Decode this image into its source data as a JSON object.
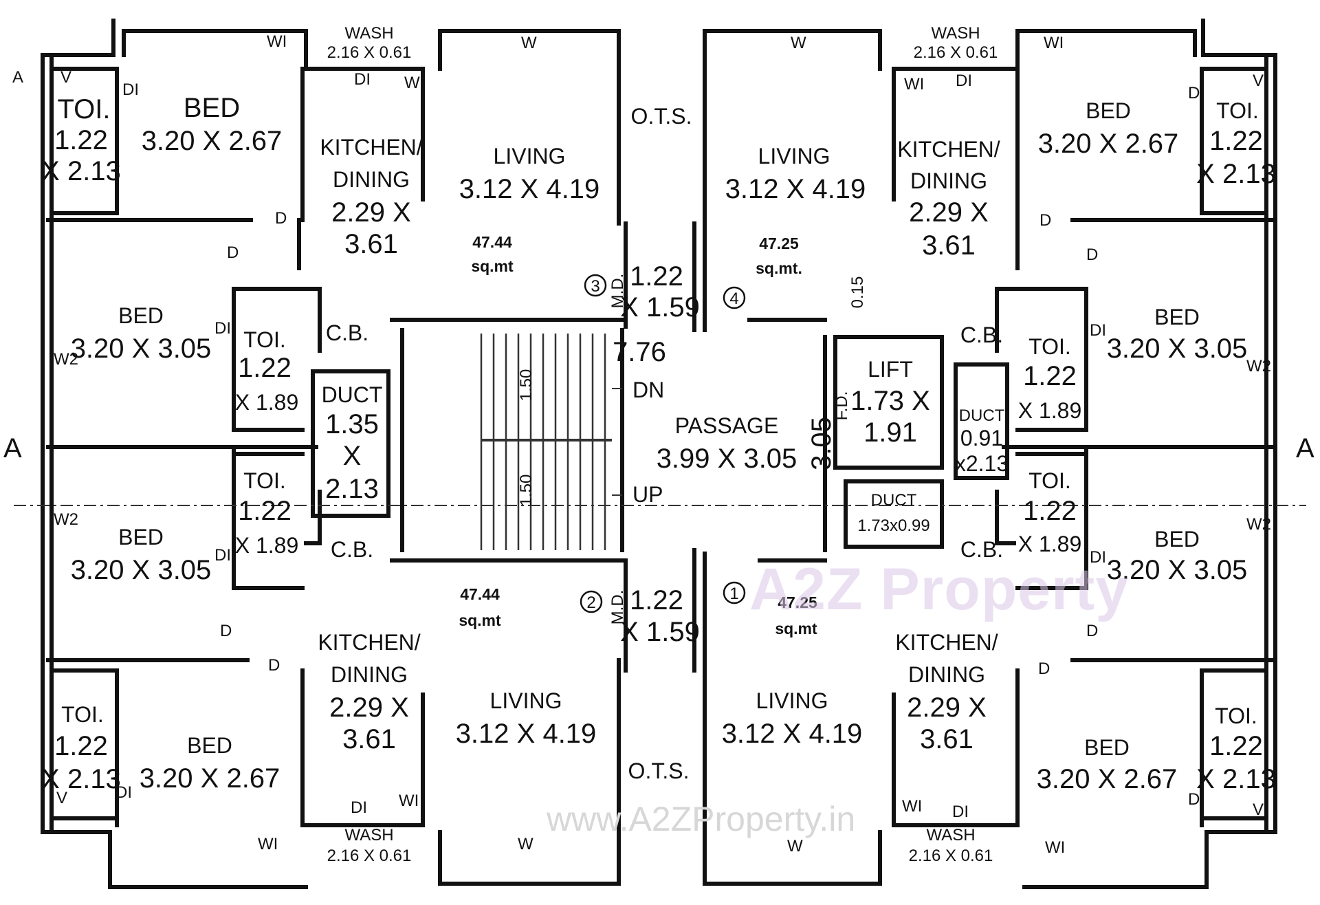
{
  "watermark": {
    "logo": "A2Z Property",
    "url": "www.A2ZProperty.in"
  },
  "section_marker": "A",
  "flats": [
    {
      "number": "3",
      "area": "47.44",
      "area_unit": "sq.mt"
    },
    {
      "number": "2",
      "area": "47.44",
      "area_unit": "sq.mt"
    },
    {
      "number": "4",
      "area": "47.25",
      "area_unit": "sq.mt."
    },
    {
      "number": "1",
      "area": "47.25",
      "area_unit": "sq.mt"
    }
  ],
  "rooms": {
    "bed_2_67": {
      "name": "BED",
      "size": "3.20 X 2.67"
    },
    "bed_3_05": {
      "name": "BED",
      "size": "3.20 X 3.05"
    },
    "toi_large_name": "TOI.",
    "toi_large_w": "1.22",
    "toi_large_h": "X 2.13",
    "toi_small_name": "TOI.",
    "toi_small_w": "1.22",
    "toi_small_h": "X 1.89",
    "kitchen_l1": "KITCHEN/",
    "kitchen_l2": "DINING",
    "kitchen_l3": "2.29 X",
    "kitchen_l4": "3.61",
    "living": {
      "name": "LIVING",
      "size": "3.12 X 4.19"
    },
    "wash": {
      "name": "WASH",
      "size": "2.16 X 0.61"
    },
    "ots": "O.T.S.",
    "cb": "C.B.",
    "duct_left": {
      "name": "DUCT",
      "l1": "1.35",
      "l2": "X",
      "l3": "2.13"
    },
    "duct_right": {
      "name": "DUCT",
      "l1": "0.91",
      "l2": "x2.13"
    },
    "duct_bottom": {
      "name": "DUCT",
      "size": "1.73x0.99"
    },
    "lift": {
      "name": "LIFT",
      "l1": "1.73 X",
      "l2": "1.91"
    },
    "passage": {
      "name": "PASSAGE",
      "size": "3.99 X 3.05"
    },
    "lobby_w": "1.22",
    "lobby_h": "X 1.59",
    "dim_776": "7.76",
    "dim_305": "3.05",
    "dim_015": "0.15",
    "dim_150": "1.50",
    "stair_dn": "DN",
    "stair_up": "UP",
    "md": "M.D.",
    "fd": "F.D."
  },
  "marks": {
    "d": "D",
    "di": "DI",
    "w": "W",
    "wi": "WI",
    "w2": "W2",
    "v": "V"
  }
}
